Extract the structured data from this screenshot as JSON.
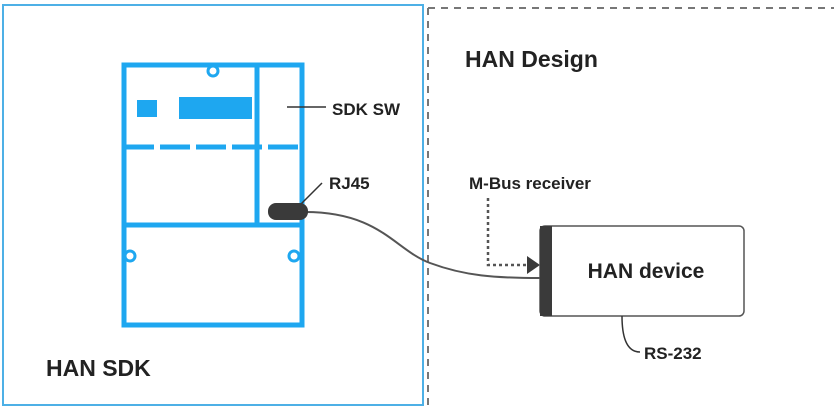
{
  "labels": {
    "han_design": "HAN Design",
    "han_sdk": "HAN SDK",
    "sdk_sw": "SDK SW",
    "rj45": "RJ45",
    "mbus_receiver": "M-Bus receiver",
    "han_device": "HAN device",
    "rs232": "RS-232"
  },
  "colors": {
    "meter_blue": "#1ea7f0",
    "sdk_box_border": "#4db0e6",
    "divider": "#777777",
    "text": "#222222",
    "device_border": "#555555",
    "device_bar": "#3a3a3a",
    "connector": "#3a3a3a",
    "cable": "#555555"
  }
}
